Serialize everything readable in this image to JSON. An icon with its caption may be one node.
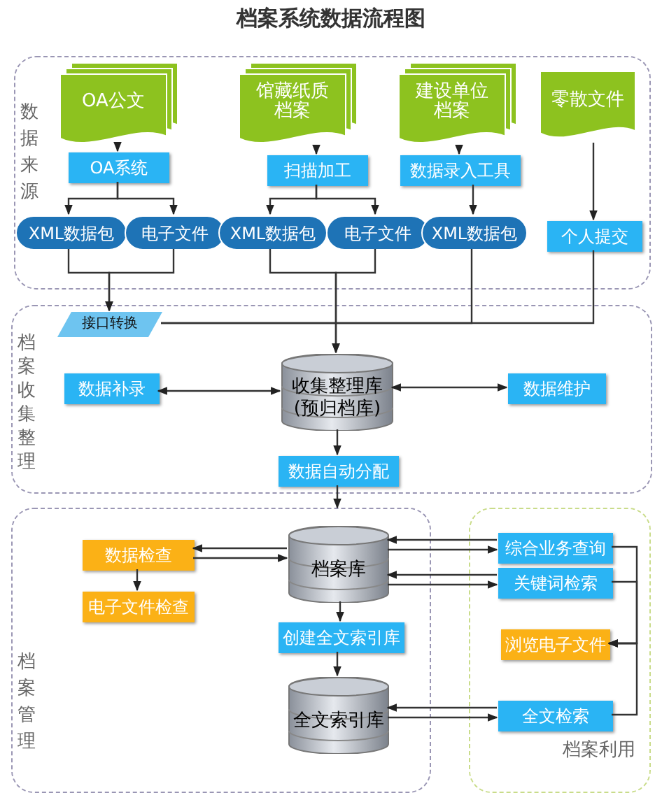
{
  "diagram": {
    "title": "档案系统数据流程图",
    "nodes": [
      {
        "text": [
          "数据来源"
        ]
      },
      {
        "text": [
          "OA公文"
        ],
        "in": 0
      },
      {
        "text": [
          "馆藏纸质档案"
        ],
        "in": 0
      },
      {
        "text": [
          "建设单位档案"
        ],
        "in": 0
      },
      {
        "text": [
          "零散文件"
        ],
        "in": 0
      },
      {
        "text": [
          "OA系统"
        ],
        "in": 0
      },
      {
        "text": [
          "扫描加工"
        ],
        "in": 0
      },
      {
        "text": [
          "数据录入工具"
        ],
        "in": 0
      },
      {
        "text": [
          "XML数据包"
        ],
        "in": 0
      },
      {
        "text": [
          "电子文件"
        ],
        "in": 0
      },
      {
        "text": [
          "XML数据包"
        ],
        "in": 0
      },
      {
        "text": [
          "电子文件"
        ],
        "in": 0
      },
      {
        "text": [
          "XML数据包"
        ],
        "in": 0
      },
      {
        "text": [
          "个人提交"
        ],
        "in": 0
      },
      {
        "text": [
          "档案收集整理"
        ]
      },
      {
        "text": [
          "接口转换"
        ],
        "in": 14
      },
      {
        "text": [
          "收集整理库 (预归档库)"
        ],
        "in": 14
      },
      {
        "text": [
          "数据补录"
        ],
        "in": 14
      },
      {
        "text": [
          "数据维护"
        ],
        "in": 14
      },
      {
        "text": [
          "数据自动分配"
        ],
        "in": 14
      },
      {
        "text": [
          "档案管理"
        ]
      },
      {
        "text": [
          "数据检查"
        ],
        "in": 20
      },
      {
        "text": [
          "电子文件检查"
        ],
        "in": 20
      },
      {
        "text": [
          "档案库"
        ],
        "in": 20
      },
      {
        "text": [
          "创建全文索引库"
        ],
        "in": 20
      },
      {
        "text": [
          "全文索引库"
        ],
        "in": 20
      },
      {
        "text": [
          "档案利用"
        ]
      },
      {
        "text": [
          "综合业务查询"
        ],
        "in": 26
      },
      {
        "text": [
          "关键词检索"
        ],
        "in": 26
      },
      {
        "text": [
          "浏览电子文件"
        ],
        "in": 26
      },
      {
        "text": [
          "全文检索"
        ],
        "in": 26
      }
    ],
    "edges": [
      {
        "from": 1,
        "to": 5,
        "arrow": "to"
      },
      {
        "from": 2,
        "to": 6,
        "arrow": "to"
      },
      {
        "from": 3,
        "to": 7,
        "arrow": "to"
      },
      {
        "from": 4,
        "to": 13,
        "arrow": "to"
      },
      {
        "from": 5,
        "to": 8,
        "arrow": "to"
      },
      {
        "from": 5,
        "to": 9,
        "arrow": "to"
      },
      {
        "from": 6,
        "to": 10,
        "arrow": "to"
      },
      {
        "from": 6,
        "to": 11,
        "arrow": "to"
      },
      {
        "from": 7,
        "to": 12,
        "arrow": "to"
      },
      {
        "from": 8,
        "to": 15,
        "arrow": "to"
      },
      {
        "from": 9,
        "to": 15,
        "arrow": "to"
      },
      {
        "from": 10,
        "to": 16,
        "arrow": "to"
      },
      {
        "from": 11,
        "to": 16,
        "arrow": "to"
      },
      {
        "from": 12,
        "to": 15,
        "arrow": "none"
      },
      {
        "from": 13,
        "to": 15,
        "arrow": "none"
      },
      {
        "from": 17,
        "to": 16,
        "arrow": "both"
      },
      {
        "from": 16,
        "to": 18,
        "arrow": "both"
      },
      {
        "from": 16,
        "to": 19,
        "arrow": "to"
      },
      {
        "from": 19,
        "to": 20,
        "arrow": "to"
      },
      {
        "from": 23,
        "to": 21,
        "arrow": "to"
      },
      {
        "from": 21,
        "to": 23,
        "arrow": "to"
      },
      {
        "from": 21,
        "to": 22,
        "arrow": "to"
      },
      {
        "from": 23,
        "to": 24,
        "arrow": "to"
      },
      {
        "from": 24,
        "to": 25,
        "arrow": "to"
      },
      {
        "from": 27,
        "to": 23,
        "arrow": "to"
      },
      {
        "from": 23,
        "to": 27,
        "arrow": "to"
      },
      {
        "from": 28,
        "to": 23,
        "arrow": "to"
      },
      {
        "from": 23,
        "to": 28,
        "arrow": "to"
      },
      {
        "from": 30,
        "to": 25,
        "arrow": "to"
      },
      {
        "from": 25,
        "to": 30,
        "arrow": "to"
      },
      {
        "from": 27,
        "to": 29,
        "arrow": "to"
      },
      {
        "from": 28,
        "to": 29,
        "arrow": "to"
      },
      {
        "from": 30,
        "to": 29,
        "arrow": "to"
      }
    ]
  }
}
